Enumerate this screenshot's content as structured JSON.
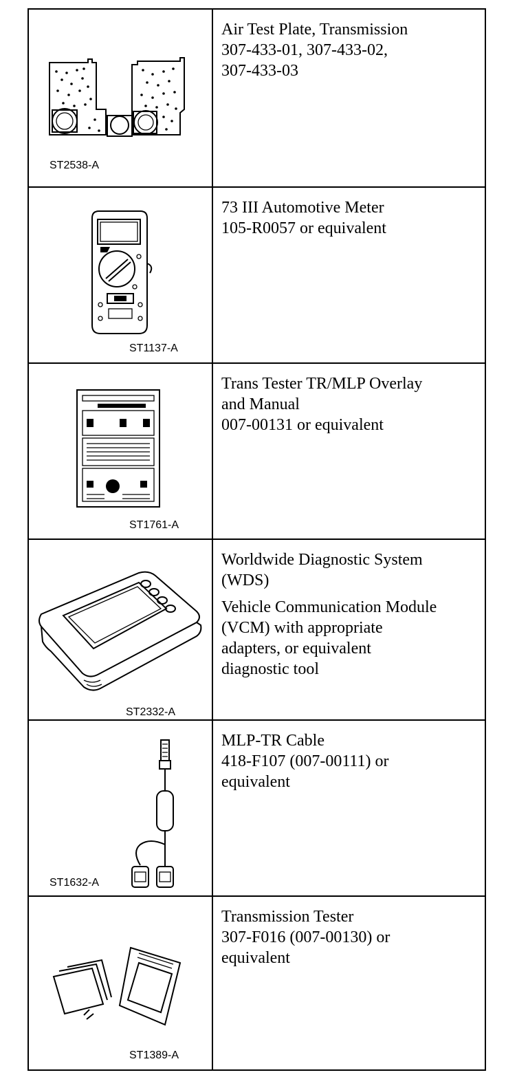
{
  "tools": [
    {
      "code": "ST2538-A",
      "description": [
        "Air Test Plate, Transmission",
        "307-433-01, 307-433-02,",
        "307-433-03"
      ],
      "icon": "air-test-plate"
    },
    {
      "code": "ST1137-A",
      "description": [
        "73 III Automotive Meter",
        "105-R0057 or equivalent"
      ],
      "icon": "multimeter"
    },
    {
      "code": "ST1761-A",
      "description": [
        "Trans Tester TR/MLP Overlay",
        "and Manual",
        "007-00131 or equivalent"
      ],
      "icon": "overlay-manual"
    },
    {
      "code": "ST2332-A",
      "description": [
        "Worldwide Diagnostic System",
        "(WDS)"
      ],
      "description_2": [
        "Vehicle Communication Module",
        "(VCM) with appropriate",
        "adapters, or equivalent",
        "diagnostic tool"
      ],
      "icon": "diagnostic-system"
    },
    {
      "code": "ST1632-A",
      "description": [
        "MLP-TR Cable",
        "418-F107 (007-00111) or",
        "equivalent"
      ],
      "icon": "cable"
    },
    {
      "code": "ST1389-A",
      "description": [
        "Transmission Tester",
        "307-F016 (007-00130) or",
        "equivalent"
      ],
      "icon": "transmission-tester"
    }
  ]
}
